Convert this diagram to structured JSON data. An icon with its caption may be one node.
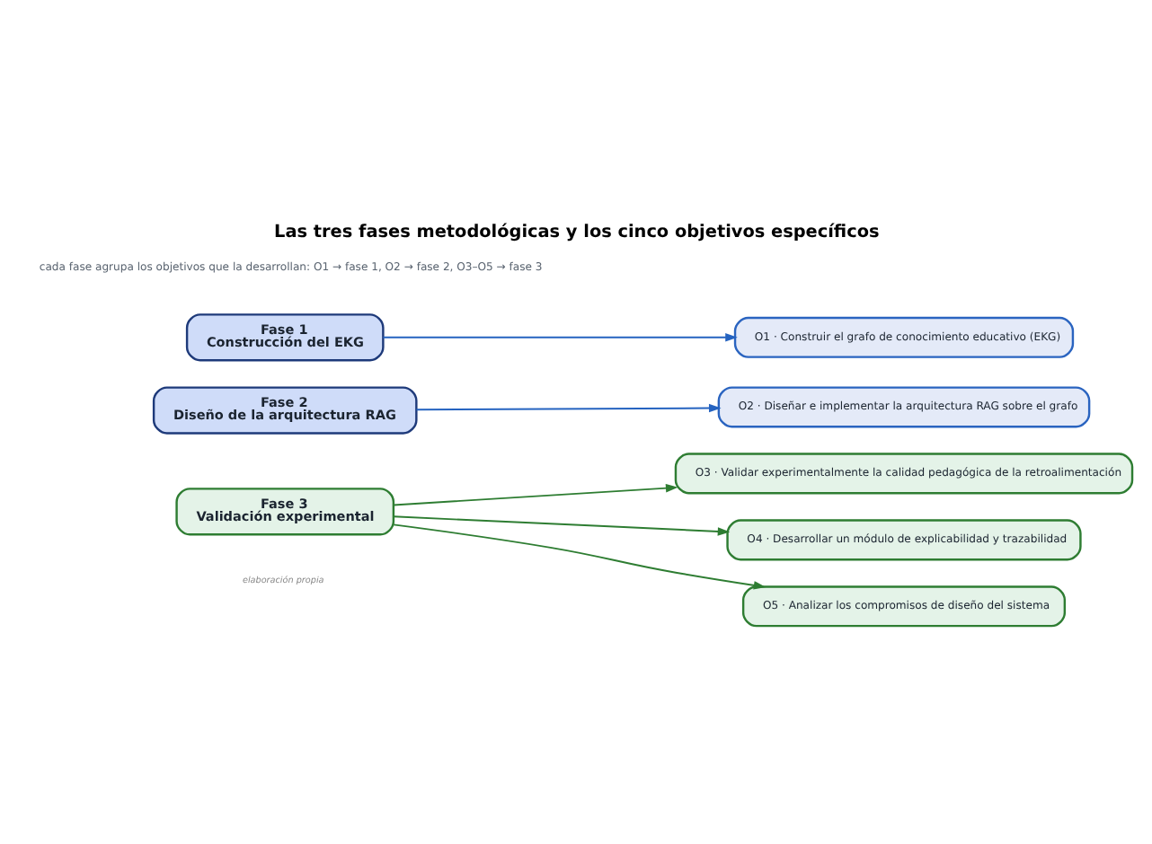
{
  "diagram": {
    "title": "Las tres fases metodológicas y los cinco objetivos específicos",
    "caption": "elaboración propia",
    "nodes": [
      {
        "text": [
          "Fase 1",
          "Construcción del EKG"
        ]
      },
      {
        "text": [
          "O1 · Construir el grafo de conocimiento educativo (EKG)"
        ]
      },
      {
        "text": [
          "Fase 2",
          "Diseño de la arquitectura RAG"
        ]
      },
      {
        "text": [
          "O2 · Diseñar e implementar la arquitectura RAG sobre el grafo"
        ]
      },
      {
        "text": [
          "O3 · Validar experimentalmente la calidad pedagógica de la retroalimentación"
        ]
      },
      {
        "text": [
          "Fase 3",
          "Validación experimental"
        ]
      },
      {
        "text": [
          "O4 · Desarrollar un módulo de explicabilidad y trazabilidad"
        ]
      },
      {
        "text": [
          "O5 · Analizar los compromisos de diseño del sistema"
        ]
      }
    ],
    "edges": [
      {
        "from": 0,
        "to": 1,
        "arrow": "to",
        "color": "#2563c0"
      },
      {
        "from": 2,
        "to": 3,
        "arrow": "to",
        "color": "#2563c0"
      },
      {
        "from": 5,
        "to": 4,
        "arrow": "to"
      },
      {
        "from": 5,
        "to": 6,
        "arrow": "to"
      },
      {
        "from": 5,
        "to": 7,
        "arrow": "to"
      }
    ],
    "labels": [
      "cada fase agrupa los objetivos que la desarrollan: O1 → fase 1, O2 → fase 2, O3–O5 → fase 3"
    ]
  }
}
